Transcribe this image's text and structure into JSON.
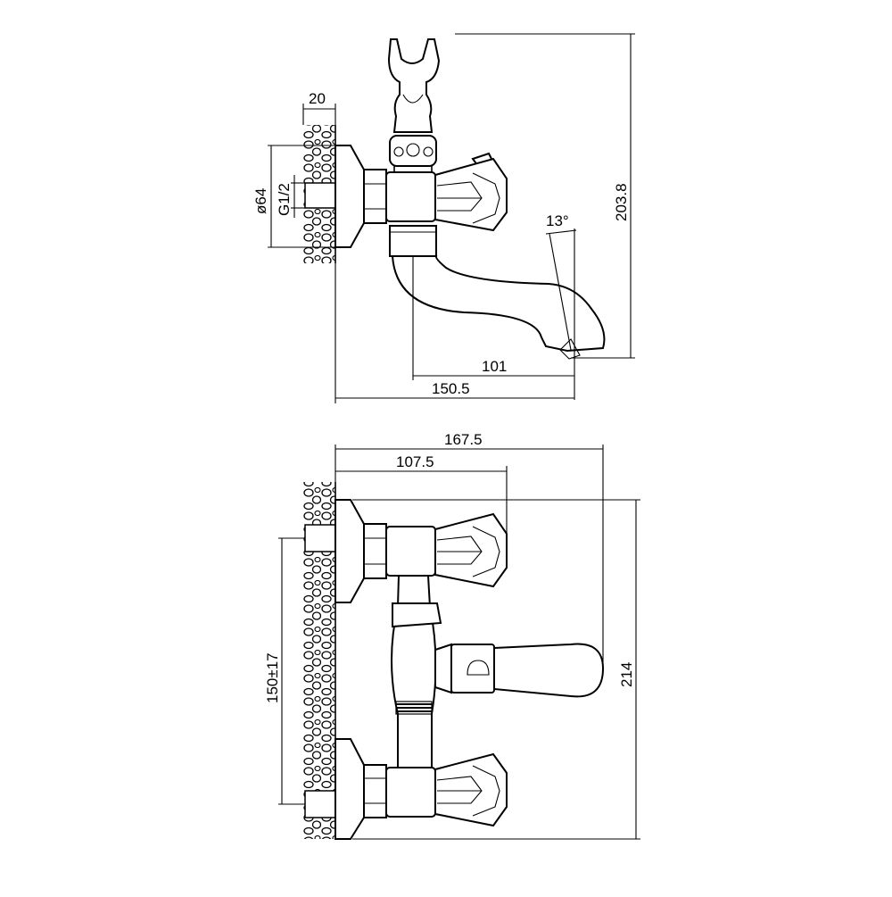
{
  "colors": {
    "ink": "#000000",
    "paper": "#ffffff"
  },
  "side_view": {
    "dimensions": {
      "wall_thickness": "20",
      "flange_diameter": "ø64",
      "thread": "G1/2",
      "total_height": "203.8",
      "spout_angle": "13°",
      "spout_reach": "101",
      "total_depth": "150.5"
    }
  },
  "top_view": {
    "dimensions": {
      "overall_length": "167.5",
      "handle_reach": "107.5",
      "centers": "150±17",
      "overall_width": "214"
    }
  }
}
